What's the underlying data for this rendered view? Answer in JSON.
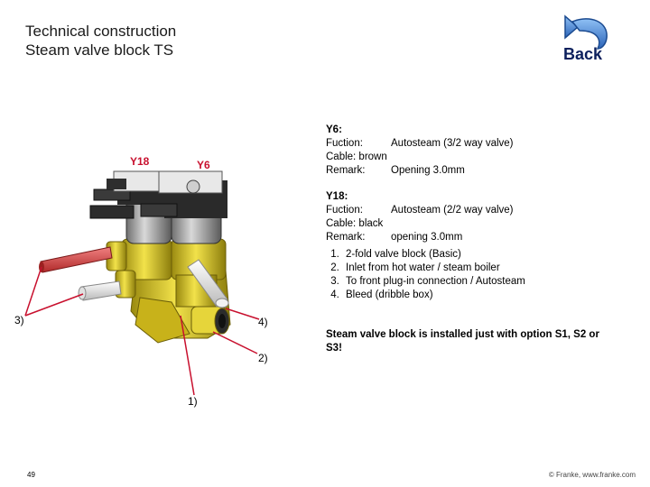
{
  "title": {
    "line1": "Technical construction",
    "line2": "Steam valve block TS"
  },
  "back": {
    "label": "Back",
    "icon": "back-arrow-icon"
  },
  "y6": {
    "heading": "Y6:",
    "function_key": "Fuction:",
    "function_val": "Autosteam (3/2 way valve)",
    "cable": "Cable: brown",
    "remark_key": "Remark:",
    "remark_val": "Opening 3.0mm"
  },
  "y18": {
    "heading": "Y18:",
    "function_key": "Fuction:",
    "function_val": "Autosteam (2/2 way valve)",
    "cable": "Cable: black",
    "remark_key": "Remark:",
    "remark_val": "opening 3.0mm"
  },
  "list": [
    "2-fold valve block (Basic)",
    "Inlet from hot water / steam boiler",
    "To front plug-in connection / Autosteam",
    "Bleed (dribble box)"
  ],
  "note": "Steam valve block is installed just with option S1, S2 or S3!",
  "diagram": {
    "tag_y18": "Y18",
    "tag_y6": "Y6",
    "label1": "1)",
    "label2": "2)",
    "label3": "3)",
    "label4": "4)"
  },
  "footer": {
    "page": "49",
    "copyright": "© Franke, www.franke.com"
  },
  "colors": {
    "accent_red": "#c8102e",
    "brass": "#d9c21e",
    "back_blue": "#3a78c9"
  }
}
